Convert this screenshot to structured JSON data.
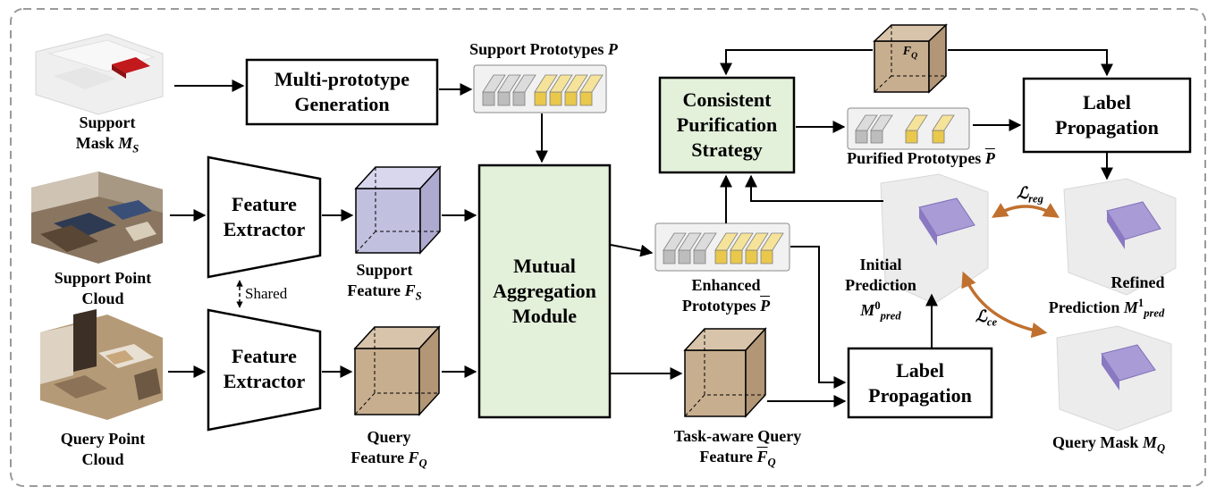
{
  "boxes": {
    "multi_prototype": [
      "Multi-prototype",
      "Generation"
    ],
    "feature_extractor": [
      "Feature",
      "Extractor"
    ],
    "mutual_aggregation": [
      "Mutual",
      "Aggregation",
      "Module"
    ],
    "consistent_purification": [
      "Consistent",
      "Purification",
      "Strategy"
    ],
    "label_propagation": [
      "Label",
      "Propagation"
    ]
  },
  "labels": {
    "support_mask": [
      "Support",
      "Mask"
    ],
    "support_mask_symbol": "M",
    "support_mask_sub": "S",
    "support_point_cloud": [
      "Support Point",
      "Cloud"
    ],
    "query_point_cloud": [
      "Query Point",
      "Cloud"
    ],
    "shared": "Shared",
    "support_prototypes": "Support Prototypes",
    "support_prototypes_symbol": "P",
    "support_feature": [
      "Support",
      "Feature"
    ],
    "support_feature_symbol": "F",
    "support_feature_sub": "S",
    "query_feature": [
      "Query",
      "Feature"
    ],
    "query_feature_symbol": "F",
    "query_feature_sub": "Q",
    "enhanced_prototypes": [
      "Enhanced",
      "Prototypes"
    ],
    "enhanced_prototypes_symbol": "P",
    "task_aware_query_feature": [
      "Task-aware Query",
      "Feature"
    ],
    "task_aware_symbol": "F",
    "task_aware_sub": "Q",
    "purified_prototypes": "Purified Prototypes",
    "purified_symbol": "P",
    "fq_cube": "F",
    "fq_cube_sub": "Q",
    "initial_prediction": [
      "Initial",
      "Prediction"
    ],
    "initial_symbol": "M",
    "initial_sup": "0",
    "initial_sub": "pred",
    "refined_prediction": [
      "Refined",
      "Prediction"
    ],
    "refined_symbol": "M",
    "refined_sup": "1",
    "refined_sub": "pred",
    "query_mask": "Query Mask",
    "query_mask_symbol": "M",
    "query_mask_sub": "Q",
    "loss_reg": "ℒ",
    "loss_reg_sub": "reg",
    "loss_ce": "ℒ",
    "loss_ce_sub": "ce"
  },
  "colors": {
    "frame": "#9a9a9a",
    "green_box": "#e3f0da",
    "cube_purple": "#c2c0df",
    "cube_tan": "#c7ae8f",
    "proto_gray": "#d0d0d0",
    "proto_yellow": "#f2dc74",
    "loss_arrow": "#c0702e",
    "mask_highlight": "#c2191c",
    "query_object": "#a99bd6"
  },
  "icons": [
    "room-scan-icon",
    "prototype-bars-icon",
    "feature-cube-icon",
    "prediction-scan-icon"
  ]
}
